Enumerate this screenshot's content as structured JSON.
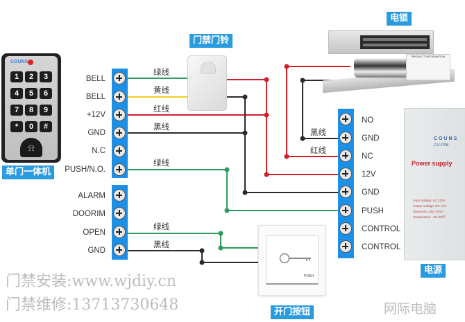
{
  "devices": {
    "keypad": {
      "label": "单门一体机",
      "brand": "COUNS",
      "keys": [
        "1",
        "2",
        "3",
        "4",
        "5",
        "6",
        "7",
        "8",
        "9",
        "*",
        "0",
        "#"
      ],
      "bell_symbol": "🔔"
    },
    "doorbell": {
      "label": "门禁门铃"
    },
    "lock": {
      "label": "电锁",
      "info_title": "PRODUCT INFORMATION"
    },
    "power_supply": {
      "label": "电源",
      "brand": "COUNS",
      "model": "CU-P06",
      "title": "Power supply",
      "specs": [
        "Input Voltage: AC 220V",
        "Output Voltage: DC 12V",
        "Maximum Load: 50VA",
        "Temperature: -20~60℃"
      ]
    },
    "exit_button": {
      "label": "开门按钮",
      "push_text": "PUSH"
    }
  },
  "controller_terminals_upper": [
    "BELL",
    "BELL",
    "+12V",
    "GND",
    "N.C",
    "PUSH/N.O."
  ],
  "controller_terminals_lower": [
    "ALARM",
    "DOORIM",
    "OPEN",
    "GND"
  ],
  "psu_terminals": [
    "NO",
    "GND",
    "NC",
    "12V",
    "GND",
    "PUSH",
    "CONTROL",
    "CONTROL"
  ],
  "wire_labels": {
    "bell1": "绿线",
    "bell2": "黄线",
    "v12": "红线",
    "gnd": "黑线",
    "push": "绿线",
    "open": "绿线",
    "gnd2": "黑线",
    "lock_gnd": "黑线",
    "lock_nc": "红线"
  },
  "wire_colors": {
    "green": "#2e9a5b",
    "yellow": "#f0d020",
    "red": "#d0202a",
    "black": "#2a2a2a"
  },
  "watermarks": {
    "install": "门禁安装:www.wjdiy.cn",
    "repair": "门禁维修:13713730648",
    "brand": "网际电脑"
  }
}
